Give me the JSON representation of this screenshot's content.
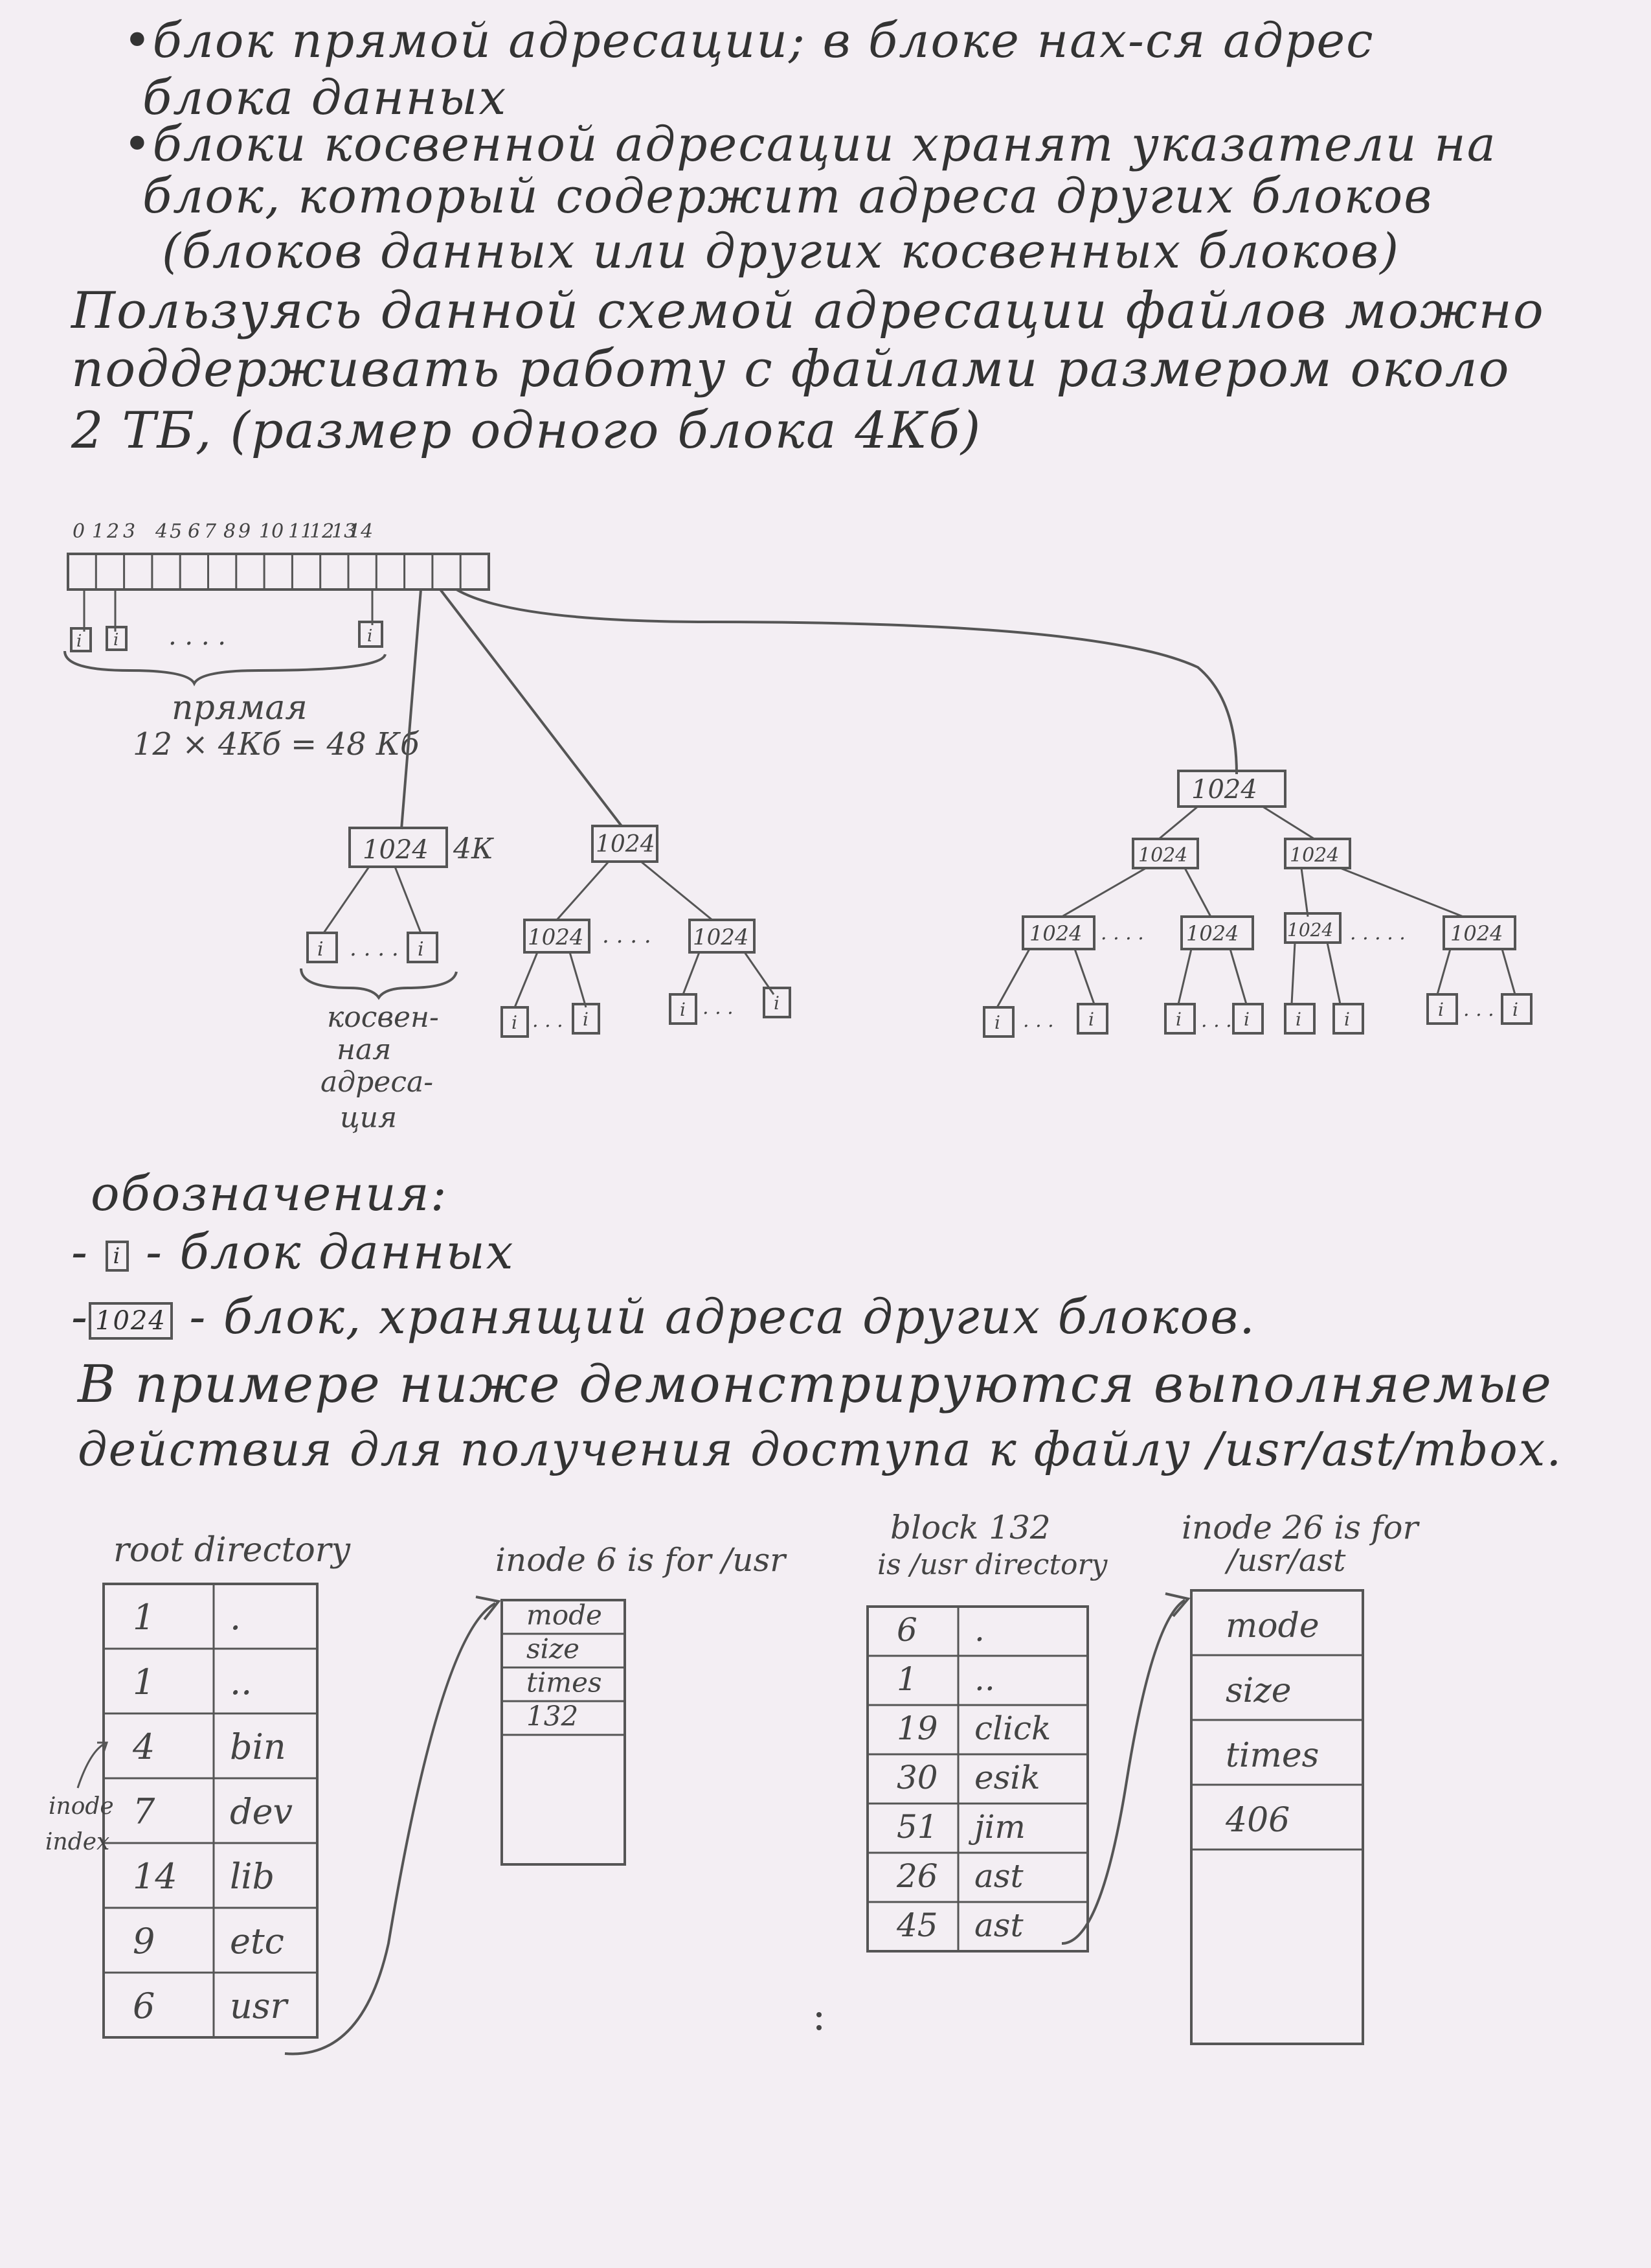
{
  "intro": {
    "bullet1_line1": "•блок прямой адресации; в блоке нах-ся адрес",
    "bullet1_line2": "блока данных",
    "bullet2_line1": "•блоки косвенной адресации хранят указатели на",
    "bullet2_line2": "блок, который содержит адреса других блоков",
    "bullet2_line3": "(блоков данных или других косвенных блоков)",
    "para_line1": "Пользуясь данной схемой адресации файлов можно",
    "para_line2": "поддерживать работу с файлами размером около",
    "para_line3": "2 ТБ, (размер одного блока 4Кб)"
  },
  "tree": {
    "indices": [
      "0",
      "1",
      "2",
      "3",
      "4",
      "5",
      "6",
      "7",
      "8",
      "9",
      "10",
      "11",
      "12",
      "13",
      "14"
    ],
    "direct_label_1": "прямая",
    "direct_label_2": "12 × 4Кб = 48 Кб",
    "block_1024": "1024",
    "size_4k": "4К",
    "data_i": "i",
    "dots": ". . . .",
    "indirect_label": [
      "косвен-",
      "ная",
      "адреса-",
      "ция"
    ]
  },
  "legend": {
    "title": "обозначения:",
    "item1_symbol": "i",
    "item1_text": "- блок данных",
    "item2_symbol": "1024",
    "item2_text": "- блок, хранящий адреса других блоков."
  },
  "example": {
    "line1": "В примере ниже демонстрируются выполняемые",
    "line2": "действия для получения доступа к файлу /usr/ast/mbox."
  },
  "root_directory": {
    "title": "root directory",
    "rows": [
      [
        "1",
        "."
      ],
      [
        "1",
        ".."
      ],
      [
        "4",
        "bin"
      ],
      [
        "7",
        "dev"
      ],
      [
        "14",
        "lib"
      ],
      [
        "9",
        "etc"
      ],
      [
        "6",
        "usr"
      ]
    ],
    "side_note": [
      "inode",
      "index"
    ]
  },
  "inode6": {
    "title": "inode 6 is for /usr",
    "rows": [
      "mode",
      "size",
      "times",
      "132"
    ]
  },
  "block132": {
    "title_1": "block 132",
    "title_2": "is /usr directory",
    "rows": [
      [
        "6",
        "."
      ],
      [
        "1",
        ".."
      ],
      [
        "19",
        "click"
      ],
      [
        "30",
        "esik"
      ],
      [
        "51",
        "jim"
      ],
      [
        "26",
        "ast"
      ],
      [
        "45",
        "ast"
      ]
    ]
  },
  "inode26": {
    "title_1": "inode 26 is for",
    "title_2": "/usr/ast",
    "rows": [
      "mode",
      "size",
      "times",
      "406"
    ]
  }
}
